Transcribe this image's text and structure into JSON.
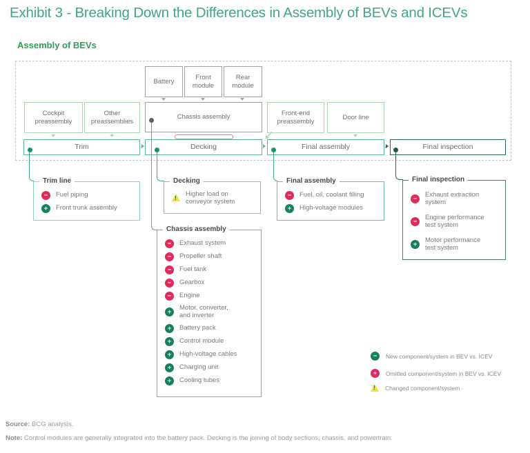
{
  "header": {
    "title": "Exhibit 3 - Breaking Down the Differences in Assembly of BEVs and ICEVs",
    "subtitle": "Assembly of BEVs"
  },
  "flow": {
    "modules": [
      {
        "label": "Battery"
      },
      {
        "label": "Front module"
      },
      {
        "label": "Rear module"
      }
    ],
    "preassemblies": [
      {
        "label": "Cockpit preassembly"
      },
      {
        "label": "Other preassemblies"
      },
      {
        "label": "Front-end preassembly"
      },
      {
        "label": "Door line"
      }
    ],
    "chassis": {
      "label": "Chassis assembly"
    },
    "stages": [
      {
        "label": "Trim"
      },
      {
        "label": "Decking"
      },
      {
        "label": "Final assembly"
      },
      {
        "label": "Final inspection"
      }
    ]
  },
  "details": {
    "trim_line": {
      "title": "Trim line",
      "items": [
        {
          "icon": "red-circle-minus",
          "label": "Fuel piping"
        },
        {
          "icon": "green-circle-plus",
          "label": "Front trunk assembly"
        }
      ]
    },
    "decking": {
      "title": "Decking",
      "items": [
        {
          "icon": "yellow-warning-triangle",
          "label": "Higher load on conveyor system"
        }
      ]
    },
    "chassis_assembly": {
      "title": "Chassis assembly",
      "items": [
        {
          "icon": "red-circle-minus",
          "label": "Exhaust system"
        },
        {
          "icon": "red-circle-minus",
          "label": "Propeller shaft"
        },
        {
          "icon": "red-circle-minus",
          "label": "Fuel tank"
        },
        {
          "icon": "red-circle-minus",
          "label": "Gearbox"
        },
        {
          "icon": "red-circle-minus",
          "label": "Engine"
        },
        {
          "icon": "green-circle-plus",
          "label": "Motor, converter, and inverter"
        },
        {
          "icon": "green-circle-plus",
          "label": "Battery pack"
        },
        {
          "icon": "green-circle-plus",
          "label": "Control module"
        },
        {
          "icon": "green-circle-plus",
          "label": "High-voltage cables"
        },
        {
          "icon": "green-circle-plus",
          "label": "Charging unit"
        },
        {
          "icon": "green-circle-plus",
          "label": "Cooling tubes"
        }
      ]
    },
    "final_assembly": {
      "title": "Final assembly",
      "items": [
        {
          "icon": "red-circle-minus",
          "label": "Fuel, oil, coolant filling"
        },
        {
          "icon": "green-circle-plus",
          "label": "High-voltage modules"
        }
      ]
    },
    "final_inspection": {
      "title": "Final inspection",
      "items": [
        {
          "icon": "red-circle-minus",
          "label": "Exhaust extraction system"
        },
        {
          "icon": "red-circle-minus",
          "label": "Engine performance test system"
        },
        {
          "icon": "green-circle-plus",
          "label": "Motor performance test system"
        }
      ]
    }
  },
  "legend": {
    "items": [
      {
        "icon": "green-circle-minus",
        "label": "New component/system in BEV vs. ICEV"
      },
      {
        "icon": "red-circle-plus",
        "label": "Omitted component/system in BEV vs. ICEV"
      },
      {
        "icon": "yellow-warning-triangle",
        "label": "Changed component/system"
      }
    ]
  },
  "footer": {
    "source_label": "Source:",
    "source_text": "BCG analysis.",
    "note_label": "Note:",
    "note_text": "Control modules are generally integrated into the battery pack. Decking is the joining of body sections, chassis, and powertrain."
  },
  "colors": {
    "title_teal": "#41a38c",
    "subtitle_green": "#2f9e57",
    "omitted_red": "#e12a5c",
    "new_green": "#17805a",
    "changed_yellow": "#e9e43e",
    "highlight_pink": "#e87ba0",
    "stage_green": "#5cb98e",
    "final_stage_dark_green": "#2d6a4f",
    "preassembly_light_green": "#abd8af",
    "neutral_gray": "#a2a2a2"
  }
}
